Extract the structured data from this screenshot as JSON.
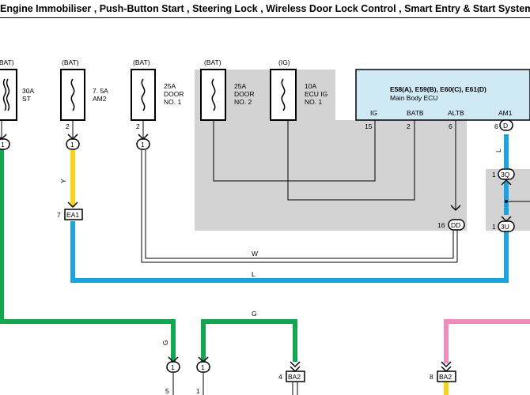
{
  "title": "Engine Immobiliser , Push-Button Start , Steering Lock , Wireless Door Lock Control , Smart Entry & Start System",
  "fuses": [
    {
      "supply": "(BAT)",
      "rating": "30A",
      "name1": "ST",
      "name2": "",
      "pin": ""
    },
    {
      "supply": "(BAT)",
      "rating": "7. 5A",
      "name1": "AM2",
      "name2": "",
      "pin": "2"
    },
    {
      "supply": "(BAT)",
      "rating": "25A",
      "name1": "DOOR",
      "name2": "NO. 1",
      "pin": "2"
    },
    {
      "supply": "(BAT)",
      "rating": "25A",
      "name1": "DOOR",
      "name2": "NO. 2",
      "pin": ""
    },
    {
      "supply": "(IG)",
      "rating": "10A",
      "name1": "ECU IG",
      "name2": "NO. 1",
      "pin": ""
    }
  ],
  "ecu": {
    "connectors": "E58(A), E59(B), E60(C), E61(D)",
    "name": "Main Body ECU",
    "pins": [
      {
        "label": "IG",
        "num": "15"
      },
      {
        "label": "BATB",
        "num": "2"
      },
      {
        "label": "ALTB",
        "num": "6"
      },
      {
        "label": "AM1",
        "num": "6"
      }
    ],
    "am1_connector": "D"
  },
  "connectors": {
    "c1": "1",
    "ea1": "EA1",
    "ea1_pin": "7",
    "dd": "DD",
    "dd_pin": "16",
    "c3q": "3Q",
    "c3q_pin": "1",
    "c3u": "3U",
    "c3u_pin": "1",
    "ba2": "BA2",
    "ba2_pin_left": "4",
    "ba2_pin_right": "8",
    "bottom_pin_a": "5",
    "bottom_pin_b": "1"
  },
  "wires": {
    "y": "Y",
    "w": "W",
    "l": "L",
    "g": "G"
  },
  "colors": {
    "green": "#12a650",
    "yellow": "#f7d417",
    "blue": "#1aa3e0",
    "pink": "#f08cbc",
    "ecu": "#cfe9f5",
    "shade": "#d3d3d3"
  }
}
